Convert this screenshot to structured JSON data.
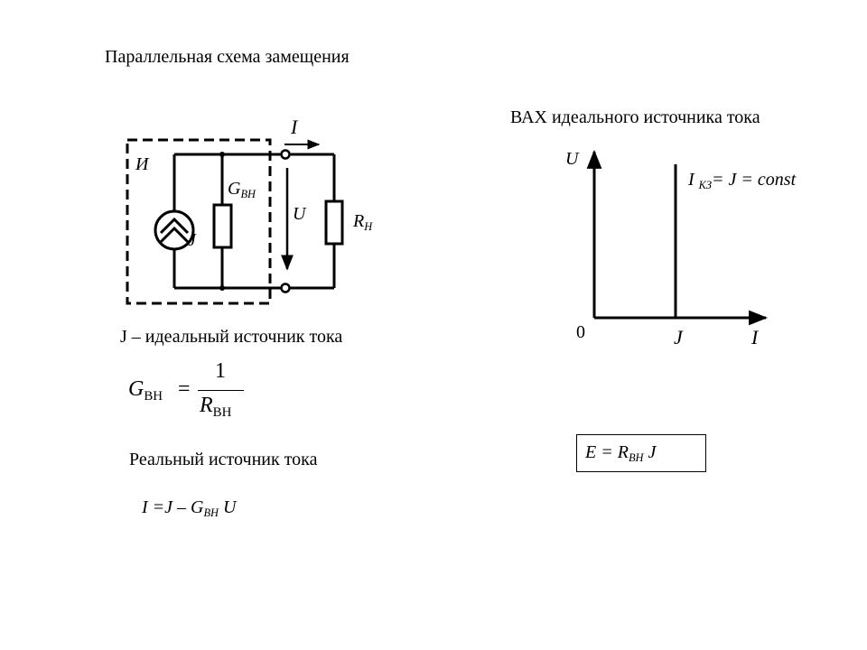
{
  "slide": {
    "title": "Параллельная схема замещения",
    "vah_title": "ВАХ идеального источника тока",
    "source_desc": "J – идеальный источник тока",
    "real_source": "Реальный источник тока"
  },
  "circuit": {
    "source_block": "И",
    "current_arrow": "I",
    "voltage": "U",
    "source_J": "J",
    "g_main": "G",
    "g_sub": "ВН",
    "r_main": "R",
    "r_sub": "Н"
  },
  "formula_g": {
    "lhs_main": "G",
    "lhs_sub": "BH",
    "equals": "=",
    "numerator": "1",
    "den_main": "R",
    "den_sub": "BH"
  },
  "formula_i": {
    "part1": "I =J – G",
    "sub": "ВН",
    "part2": " U"
  },
  "graph": {
    "y_axis": "U",
    "x_axis": "I",
    "origin": "0",
    "j_tick": "J",
    "line_label_main": "I ",
    "line_label_sub": "КЗ",
    "line_label_rest": "= J = const"
  },
  "formula_e": {
    "part1": "E = R",
    "sub": "ВН",
    "part2": " J"
  }
}
